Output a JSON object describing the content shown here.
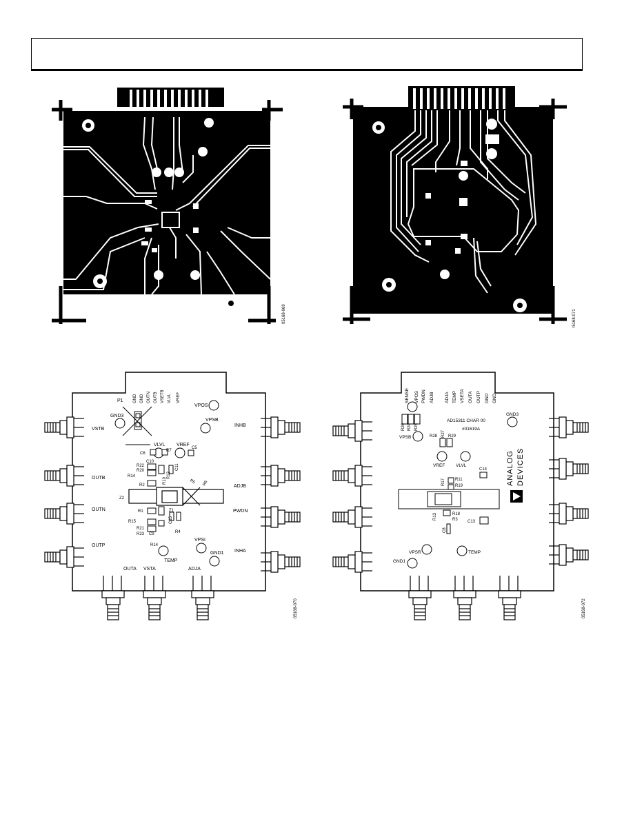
{
  "figures": {
    "top_left_code": "05168-069",
    "top_right_code": "05168-071",
    "bottom_left_code": "05168-070",
    "bottom_right_code": "05168-072"
  },
  "silkscreen_top": {
    "p1": "P1",
    "p1_pins": [
      "GND",
      "GND",
      "OUTN",
      "OUTB",
      "VSETB",
      "VLVL",
      "VREF"
    ],
    "test_points": {
      "vpos": "VPOS",
      "gnd3": "GND3",
      "vstb_tp": "VPSB",
      "vlvl": "VLVL",
      "vref": "VREF",
      "vpsi": "VPSI",
      "gnd1": "GND1",
      "temp": "TEMP"
    },
    "connectors_left": [
      "VSTB",
      "OUTB",
      "OUTN",
      "OUTP"
    ],
    "connectors_right": [
      "INHB",
      "ADJB",
      "PWDN",
      "INHA"
    ],
    "connectors_bottom": [
      "OUTA",
      "VSTA",
      "ADJA"
    ],
    "refdes": {
      "c6": "C6",
      "r7": "R7",
      "c5": "C5",
      "r22": "R22",
      "c10": "C10",
      "r20": "R20",
      "r14": "R14",
      "r12": "R12",
      "c11": "C11",
      "r2": "R2",
      "r10": "R10",
      "z2": "Z2",
      "r1": "R1",
      "r15": "R15",
      "r21": "R21",
      "r23": "R23",
      "c9": "C9",
      "r4": "R4",
      "c15": "C15",
      "z1": "Z1",
      "r14b": "R14",
      "r5": "R5",
      "r6": "R6"
    }
  },
  "silkscreen_bottom": {
    "pins": [
      "SENSE",
      "VPOS",
      "PWDN",
      "ADJB",
      "ADJA",
      "TEMP",
      "VSETA",
      "OUTA",
      "OUTP",
      "GND",
      "GND"
    ],
    "board_name": "AD15311 CHAR 00",
    "board_number": "#01619A",
    "brand_line1": "ANALOG",
    "brand_line2": "DEVICES",
    "test_points": {
      "gnd3": "GND3",
      "vpsb": "VPSB",
      "vref": "VREF",
      "vlvl": "VLVL",
      "vpsr": "VPSR",
      "gnd1": "GND1",
      "temp": "TEMP"
    },
    "refdes": {
      "r26": "R26",
      "r24": "R24",
      "r25": "R25",
      "r28": "R28",
      "r27": "R27",
      "r29": "R29",
      "c14": "C14",
      "r17": "R17",
      "r11": "R11",
      "r19": "R19",
      "r13": "R13",
      "r18": "R18",
      "r3": "R3",
      "c13": "C13",
      "c8": "C8"
    }
  }
}
